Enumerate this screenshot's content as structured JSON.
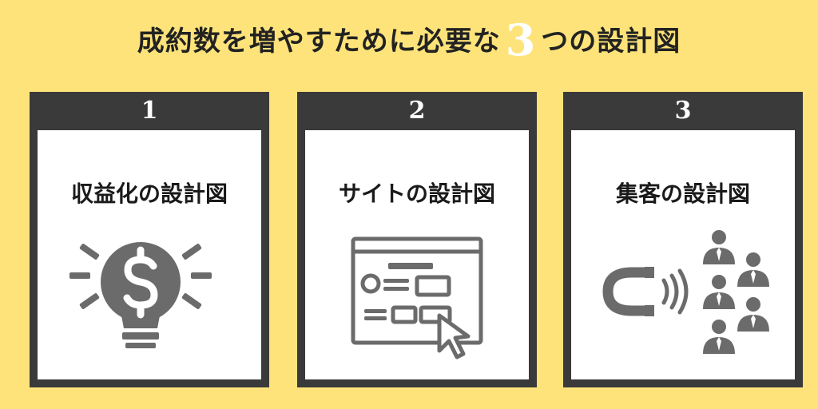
{
  "header": {
    "title_before": "成約数を増やすために必要な",
    "title_number": "3",
    "title_after": "つの設計図"
  },
  "cards": [
    {
      "number": "1",
      "label": "収益化の設計図",
      "icon": "lightbulb-dollar-icon"
    },
    {
      "number": "2",
      "label": "サイトの設計図",
      "icon": "website-cursor-icon"
    },
    {
      "number": "3",
      "label": "集客の設計図",
      "icon": "magnet-people-icon"
    }
  ],
  "colors": {
    "background": "#fde37a",
    "card_frame": "#3a3a3a",
    "icon_gray": "#6b6b6b"
  }
}
